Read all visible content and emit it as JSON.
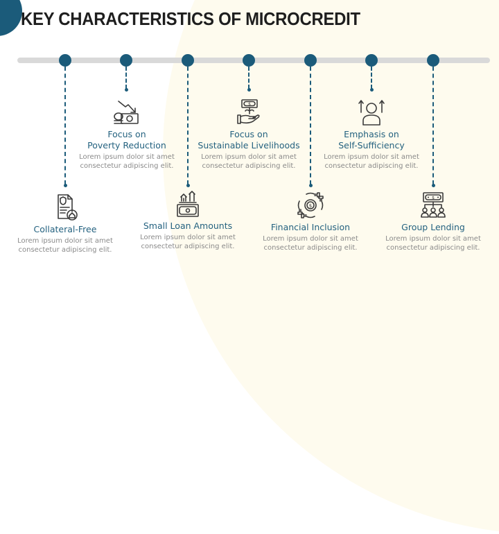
{
  "slide": {
    "title": "KEY CHARACTERISTICS OF MICROCREDIT",
    "colors": {
      "accent": "#1b5b7a",
      "heading": "#23617f",
      "body_text": "#8a8a8a",
      "title_text": "#1e1e1e",
      "track": "#d9d9d9",
      "background_shape": "#fefbee"
    }
  },
  "timeline": {
    "top_items": [
      {
        "icon": "money-down-trend-icon",
        "heading_line1": "Focus on",
        "heading_line2": "Poverty Reduction",
        "desc_line1": "Lorem ipsum dolor sit amet",
        "desc_line2": "consectetur adipiscing elit."
      },
      {
        "icon": "hand-holding-money-plant-icon",
        "heading_line1": "Focus on",
        "heading_line2": "Sustainable Livelihoods",
        "desc_line1": "Lorem ipsum dolor sit amet",
        "desc_line2": "consectetur adipiscing elit."
      },
      {
        "icon": "person-growth-arrows-icon",
        "heading_line1": "Emphasis on",
        "heading_line2": "Self-Sufficiency",
        "desc_line1": "Lorem ipsum dolor sit amet",
        "desc_line2": "consectetur adipiscing elit."
      }
    ],
    "bottom_items": [
      {
        "icon": "document-shield-house-icon",
        "heading": "Collateral-Free",
        "desc_line1": "Lorem ipsum dolor sit amet",
        "desc_line2": "consectetur adipiscing elit."
      },
      {
        "icon": "banknote-growth-icon",
        "heading": "Small Loan Amounts",
        "desc_line1": "Lorem ipsum dolor sit amet",
        "desc_line2": "consectetur adipiscing elit."
      },
      {
        "icon": "hands-around-coin-icon",
        "heading": "Financial Inclusion",
        "desc_line1": "Lorem ipsum dolor sit amet",
        "desc_line2": "consectetur adipiscing elit."
      },
      {
        "icon": "money-group-network-icon",
        "heading": "Group Lending",
        "desc_line1": "Lorem ipsum dolor sit amet",
        "desc_line2": "consectetur adipiscing elit."
      }
    ]
  }
}
